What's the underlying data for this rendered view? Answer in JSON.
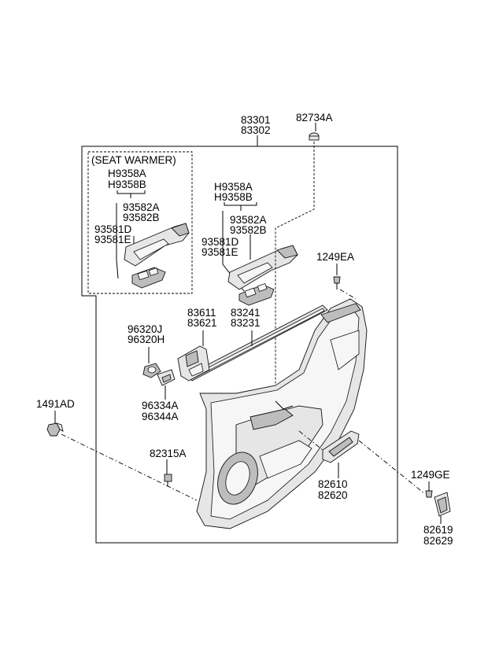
{
  "box_title": "(SEAT WARMER)",
  "labels": {
    "l83301": "83301",
    "l83302": "83302",
    "l82734A": "82734A",
    "sw_h9358a": "H9358A",
    "sw_h9358b": "H9358B",
    "sw_93582a": "93582A",
    "sw_93582b": "93582B",
    "sw_93581d": "93581D",
    "sw_93581e": "93581E",
    "h9358a": "H9358A",
    "h9358b": "H9358B",
    "p93582a": "93582A",
    "p93582b": "93582B",
    "p93581d": "93581D",
    "p93581e": "93581E",
    "l1249EA": "1249EA",
    "l83611": "83611",
    "l83621": "83621",
    "l83241": "83241",
    "l83231": "83231",
    "l96320J": "96320J",
    "l96320H": "96320H",
    "l96334A": "96334A",
    "l96344A": "96344A",
    "l1491AD": "1491AD",
    "l82315A": "82315A",
    "l82610": "82610",
    "l82620": "82620",
    "l1249GE": "1249GE",
    "l82619": "82619",
    "l82629": "82629"
  }
}
